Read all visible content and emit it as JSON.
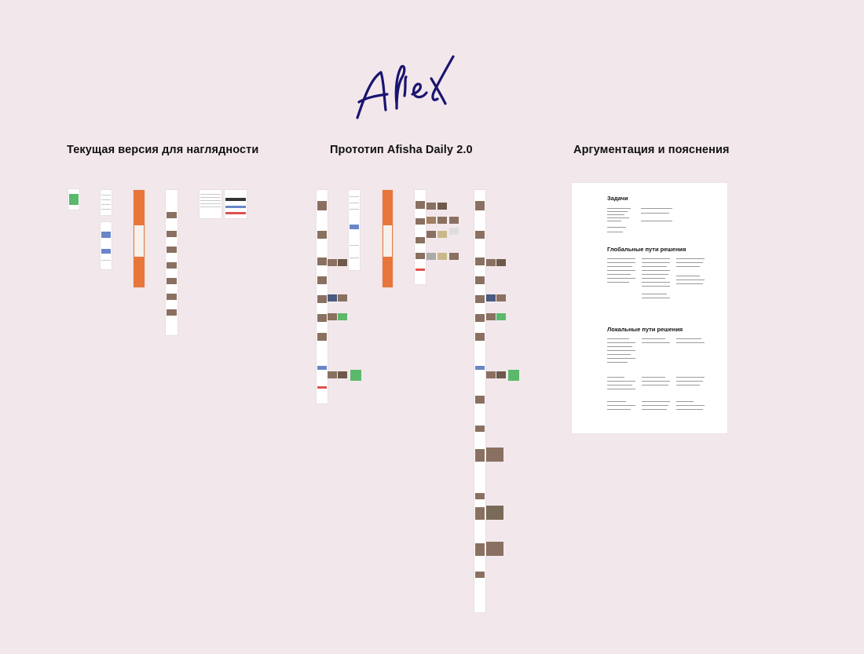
{
  "signature": {
    "text": "Alex"
  },
  "columns": [
    {
      "title": "Текущая версия для наглядности"
    },
    {
      "title": "Прототип Afisha Daily 2.0"
    },
    {
      "title": "Аргументация и пояснения"
    }
  ],
  "doc": {
    "sections": [
      "Задачи",
      "Глобальные пути решения",
      "Локальные пути решения"
    ]
  },
  "colors": {
    "background": "#f2e8ec",
    "signature_ink": "#1a1470",
    "accent_orange": "#e8763a",
    "accent_green": "#5cb86a",
    "accent_blue": "#6a86c8"
  },
  "icons": [
    "signature-icon"
  ]
}
